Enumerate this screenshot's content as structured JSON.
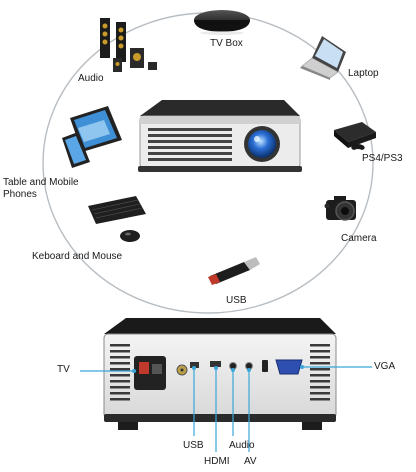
{
  "devices": {
    "tv_box": "TV Box",
    "laptop": "Laptop",
    "console": "PS4/PS3",
    "camera": "Camera",
    "usb": "USB",
    "keyboard_mouse": "Keboard and Mouse",
    "tablet_phone": "Table and Mobile Phones",
    "audio": "Audio"
  },
  "ports": {
    "tv": "TV",
    "vga": "VGA",
    "usb": "USB",
    "hdmi": "HDMI",
    "audio": "Audio",
    "av": "AV"
  },
  "colors": {
    "circle": "#b9bec3",
    "callout": "#3aa6d9",
    "projector_body": "#ececec",
    "lens": "#2b6fd6"
  }
}
